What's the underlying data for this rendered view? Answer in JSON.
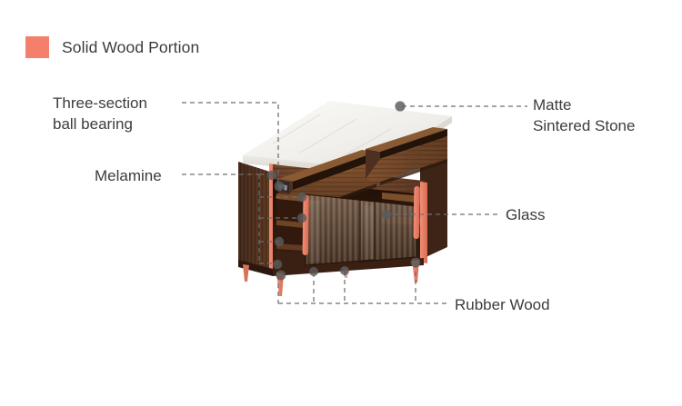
{
  "legend": {
    "swatch_color": "#f4806b",
    "label": "Solid Wood Portion"
  },
  "labels": {
    "three_section_line1": "Three-section",
    "three_section_line2": "ball bearing",
    "melamine": "Melamine",
    "matte_line1": "Matte",
    "matte_line2": "Sintered Stone",
    "glass": "Glass",
    "rubber_wood": "Rubber Wood"
  },
  "colors": {
    "accent_solid_wood": "#f4806b",
    "text": "#3c3c3c",
    "leader_line": "#666666",
    "marker_dot": "#5a5a5a",
    "stone_top": "#f2f0ec",
    "walnut_light": "#8a5b3c",
    "walnut_mid": "#6d4328",
    "walnut_dark": "#4a2b18",
    "walnut_deep": "#32190d",
    "glass_panel": "#6b5442",
    "background": "#ffffff"
  },
  "product": {
    "type": "sideboard-cabinet",
    "components": [
      "Matte Sintered Stone top",
      "Two drawers with three-section ball bearing slides",
      "Melamine side and shelf panels",
      "Fluted glass sliding doors",
      "Rubber Wood legs",
      "Solid Wood edge strips"
    ]
  }
}
